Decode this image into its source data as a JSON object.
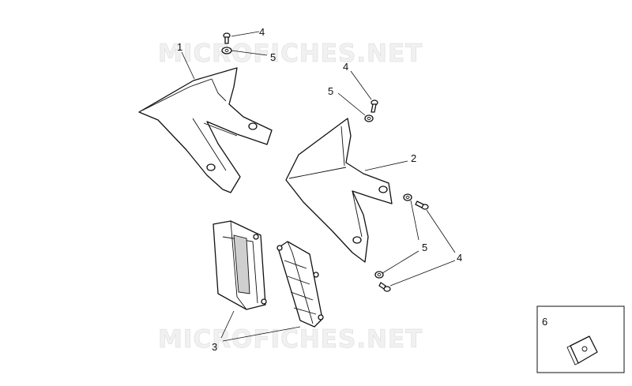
{
  "watermark": {
    "top": "MICROFICHES.NET",
    "bottom": "MICROFICHES.NET"
  },
  "callouts": {
    "part_1": "1",
    "part_2": "2",
    "part_3": "3",
    "part_4_top": "4",
    "part_5_top": "5",
    "part_4_mid": "4",
    "part_5_mid": "5",
    "part_5_lower": "5",
    "part_4_lower": "4",
    "part_6_box": "6"
  }
}
